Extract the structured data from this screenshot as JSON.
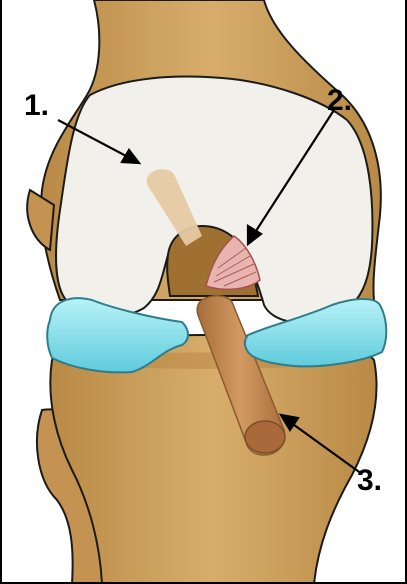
{
  "diagram": {
    "labels": [
      {
        "id": "1",
        "text": "1."
      },
      {
        "id": "2",
        "text": "2."
      },
      {
        "id": "3",
        "text": "3."
      }
    ]
  },
  "colors": {
    "bone": "#cfa15e",
    "bone_dark": "#9f7030",
    "cartilage": "#f0efe8",
    "meniscus": "#8fe6f2",
    "meniscus_edge": "#2f7d8a",
    "ligament": "#c98a52",
    "pcl": "#e8b4b0",
    "outline": "#1b1b1b"
  }
}
